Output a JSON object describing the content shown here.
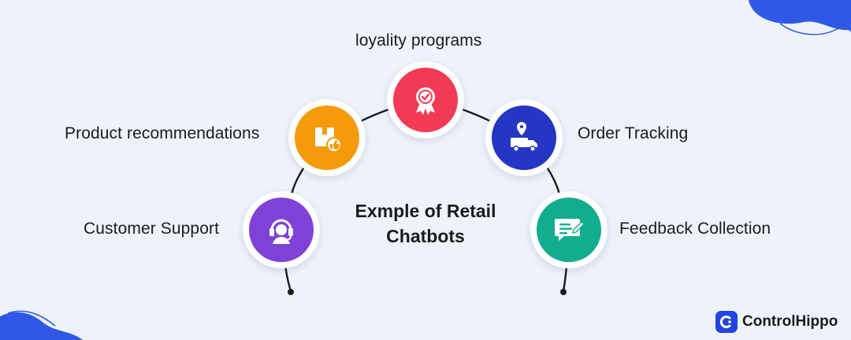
{
  "diagram": {
    "center_title_line1": "Exmple of Retail",
    "center_title_line2": "Chatbots",
    "items": [
      {
        "label": "Customer Support",
        "icon": "headset-icon",
        "color": "#7e43d6"
      },
      {
        "label": "Product recommendations",
        "icon": "box-thumbs-up-icon",
        "color": "#f59a0a"
      },
      {
        "label": "loyality programs",
        "icon": "award-badge-icon",
        "color": "#f23a55"
      },
      {
        "label": "Order Tracking",
        "icon": "delivery-truck-icon",
        "color": "#2536c4"
      },
      {
        "label": "Feedback Collection",
        "icon": "feedback-chat-icon",
        "color": "#12ac8e"
      }
    ]
  },
  "brand": {
    "name": "ControlHippo",
    "color": "#2444e0"
  },
  "colors": {
    "background": "#eef3fb",
    "arc": "#1b1b1b",
    "blob": "#2f58e6"
  }
}
